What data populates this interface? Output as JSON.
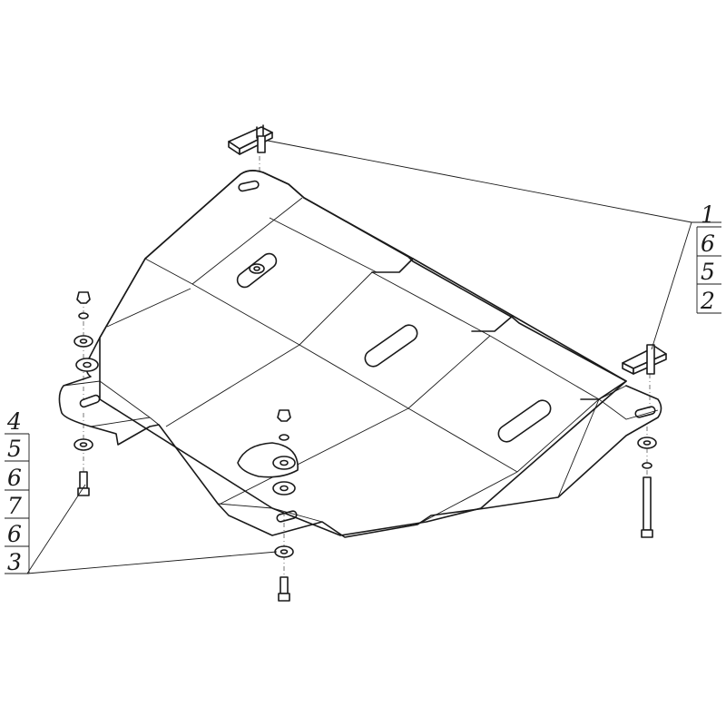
{
  "callouts": {
    "right": [
      "1",
      "6",
      "5",
      "2"
    ],
    "left": [
      "4",
      "5",
      "6",
      "7",
      "6",
      "3"
    ]
  }
}
